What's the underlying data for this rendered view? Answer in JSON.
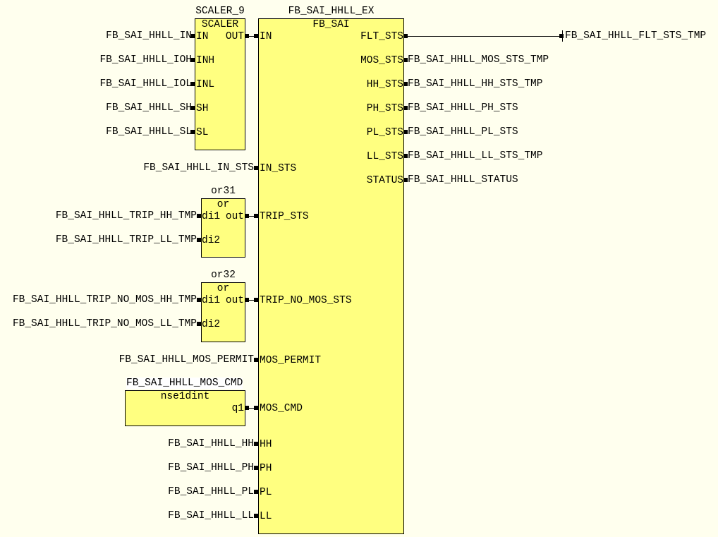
{
  "scaler": {
    "instance": "SCALER_9",
    "type": "SCALER",
    "inputs": [
      {
        "pin": "IN",
        "signal": "FB_SAI_HHLL_IN"
      },
      {
        "pin": "INH",
        "signal": "FB_SAI_HHLL_IOH"
      },
      {
        "pin": "INL",
        "signal": "FB_SAI_HHLL_IOL"
      },
      {
        "pin": "SH",
        "signal": "FB_SAI_HHLL_SH"
      },
      {
        "pin": "SL",
        "signal": "FB_SAI_HHLL_SL"
      }
    ],
    "output": "OUT"
  },
  "main": {
    "instance": "FB_SAI_HHLL_EX",
    "type": "FB_SAI",
    "inputs": [
      "IN",
      "IN_STS",
      "TRIP_STS",
      "TRIP_NO_MOS_STS",
      "MOS_PERMIT",
      "MOS_CMD",
      "HH",
      "PH",
      "PL",
      "LL"
    ],
    "input_signals": {
      "IN_STS": "FB_SAI_HHLL_IN_STS",
      "MOS_PERMIT": "FB_SAI_HHLL_MOS_PERMIT",
      "HH": "FB_SAI_HHLL_HH",
      "PH": "FB_SAI_HHLL_PH",
      "PL": "FB_SAI_HHLL_PL",
      "LL": "FB_SAI_HHLL_LL"
    },
    "outputs": [
      {
        "pin": "FLT_STS",
        "signal": "FB_SAI_HHLL_FLT_STS_TMP"
      },
      {
        "pin": "MOS_STS",
        "signal": "FB_SAI_HHLL_MOS_STS_TMP"
      },
      {
        "pin": "HH_STS",
        "signal": "FB_SAI_HHLL_HH_STS_TMP"
      },
      {
        "pin": "PH_STS",
        "signal": "FB_SAI_HHLL_PH_STS"
      },
      {
        "pin": "PL_STS",
        "signal": "FB_SAI_HHLL_PL_STS"
      },
      {
        "pin": "LL_STS",
        "signal": "FB_SAI_HHLL_LL_STS_TMP"
      },
      {
        "pin": "STATUS",
        "signal": "FB_SAI_HHLL_STATUS"
      }
    ]
  },
  "or31": {
    "instance": "or31",
    "type": "or",
    "in1": "di1",
    "in2": "di2",
    "out": "out",
    "sig1": "FB_SAI_HHLL_TRIP_HH_TMP",
    "sig2": "FB_SAI_HHLL_TRIP_LL_TMP"
  },
  "or32": {
    "instance": "or32",
    "type": "or",
    "in1": "di1",
    "in2": "di2",
    "out": "out",
    "sig1": "FB_SAI_HHLL_TRIP_NO_MOS_HH_TMP",
    "sig2": "FB_SAI_HHLL_TRIP_NO_MOS_LL_TMP"
  },
  "nse": {
    "instance": "FB_SAI_HHLL_MOS_CMD",
    "type": "nse1dint",
    "out": "q1"
  }
}
